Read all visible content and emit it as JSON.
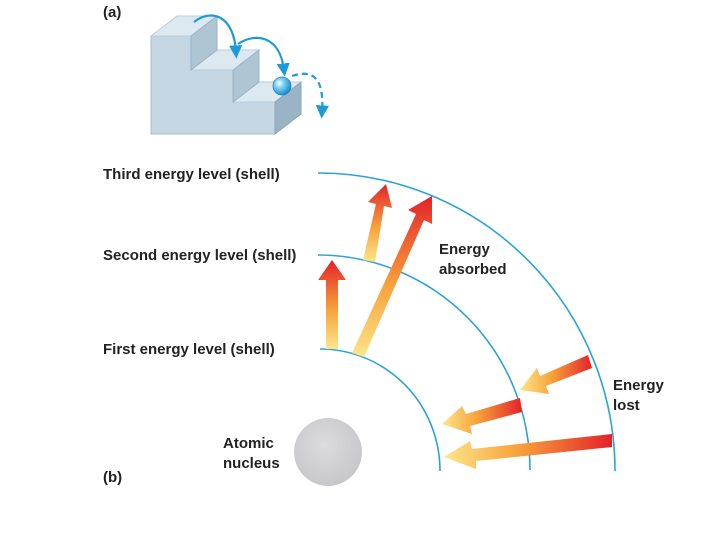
{
  "panel_a": {
    "label": "(a)"
  },
  "panel_b": {
    "label": "(b)",
    "levels": [
      "First energy level (shell)",
      "Second energy level (shell)",
      "Third energy level (shell)"
    ],
    "nucleus_label": [
      "Atomic",
      "nucleus"
    ],
    "absorbed_label": [
      "Energy",
      "absorbed"
    ],
    "lost_label": [
      "Energy",
      "lost"
    ]
  },
  "colors": {
    "shell_line": "#2ba3d8",
    "arrow_hot": "#e3222a",
    "arrow_warm": "#f7a13a",
    "arrow_cool": "#fde68a",
    "nucleus_fill": "#cfcfd1",
    "stair_front": "#c3d6e2",
    "stair_side": "#9ab4c6",
    "stair_top": "#dde9f1",
    "stair_arrow": "#1d9bd6",
    "text": "#222222"
  },
  "icons": {
    "ball": "electron-ball-icon"
  }
}
